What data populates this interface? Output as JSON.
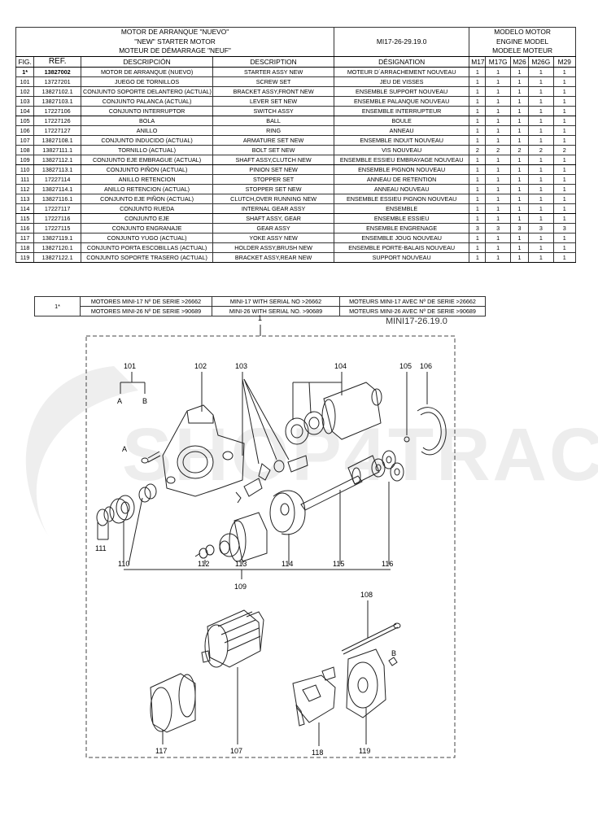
{
  "header": {
    "title_es": "MOTOR DE ARRANQUE \"NUEVO\"",
    "title_en": "\"NEW\" STARTER MOTOR",
    "title_fr": "MOTEUR DE DÉMARRAGE \"NEUF\"",
    "model_code": "MI17-26-29.19.0",
    "model_es": "MODELO MOTOR",
    "model_en": "ENGINE MODEL",
    "model_fr": "MODELE MOTEUR"
  },
  "columns": {
    "fig": "FIG.",
    "ref": "REF.",
    "desc_es": "DESCRIPCIÓN",
    "desc_en": "DESCRIPTION",
    "desc_fr": "DÉSIGNATION",
    "m17": "M17",
    "m17g": "M17G",
    "m26": "M26",
    "m26g": "M26G",
    "m29": "M29"
  },
  "parts": [
    {
      "fig": "1*",
      "ref": "13827002",
      "es": "MOTOR DE ARRANQUE (NUEVO)",
      "en": "STARTER ASSY NEW",
      "fr": "MOTEUR D´ARRACHEMENT NOUVEAU",
      "q": [
        "1",
        "1",
        "1",
        "1",
        "1"
      ]
    },
    {
      "fig": "101",
      "ref": "13727201",
      "es": "JUEGO DE TORNILLOS",
      "en": "SCREW SET",
      "fr": "JEU DE VISSES",
      "q": [
        "1",
        "1",
        "1",
        "1",
        "1"
      ]
    },
    {
      "fig": "102",
      "ref": "13827102.1",
      "es": "CONJUNTO SOPORTE DELANTERO (ACTUAL)",
      "en": "BRACKET ASSY,FRONT NEW",
      "fr": "ENSEMBLE SUPPORT NOUVEAU",
      "q": [
        "1",
        "1",
        "1",
        "1",
        "1"
      ]
    },
    {
      "fig": "103",
      "ref": "13827103.1",
      "es": "CONJUNTO PALANCA (ACTUAL)",
      "en": "LEVER SET NEW",
      "fr": "ENSEMBLE PALANQUE NOUVEAU",
      "q": [
        "1",
        "1",
        "1",
        "1",
        "1"
      ]
    },
    {
      "fig": "104",
      "ref": "17227106",
      "es": "CONJUNTO INTERRUPTOR",
      "en": "SWITCH ASSY",
      "fr": "ENSEMBLE INTERRUPTEUR",
      "q": [
        "1",
        "1",
        "1",
        "1",
        "1"
      ]
    },
    {
      "fig": "105",
      "ref": "17227126",
      "es": "BOLA",
      "en": "BALL",
      "fr": "BOULE",
      "q": [
        "1",
        "1",
        "1",
        "1",
        "1"
      ]
    },
    {
      "fig": "106",
      "ref": "17227127",
      "es": "ANILLO",
      "en": "RING",
      "fr": "ANNEAU",
      "q": [
        "1",
        "1",
        "1",
        "1",
        "1"
      ]
    },
    {
      "fig": "107",
      "ref": "13827108.1",
      "es": "CONJUNTO INDUCIDO (ACTUAL)",
      "en": "ARMATURE SET NEW",
      "fr": "ENSEMBLE INDUIT NOUVEAU",
      "q": [
        "1",
        "1",
        "1",
        "1",
        "1"
      ]
    },
    {
      "fig": "108",
      "ref": "13827111.1",
      "es": "TORNILLO (ACTUAL)",
      "en": "BOLT SET NEW",
      "fr": "VIS NOUVEAU",
      "q": [
        "2",
        "2",
        "2",
        "2",
        "2"
      ]
    },
    {
      "fig": "109",
      "ref": "13827112.1",
      "es": "CONJUNTO EJE EMBRAGUE (ACTUAL)",
      "en": "SHAFT ASSY,CLUTCH NEW",
      "fr": "ENSEMBLE ESSIEU EMBRAYAGE NOUVEAU",
      "q": [
        "1",
        "1",
        "1",
        "1",
        "1"
      ]
    },
    {
      "fig": "110",
      "ref": "13827113.1",
      "es": "CONJUNTO PIÑON (ACTUAL)",
      "en": "PINION SET NEW",
      "fr": "ENSEMBLE PIGNON NOUVEAU",
      "q": [
        "1",
        "1",
        "1",
        "1",
        "1"
      ]
    },
    {
      "fig": "111",
      "ref": "17227114",
      "es": "ANILLO RETENCION",
      "en": "STOPPER SET",
      "fr": "ANNEAU DE RETENTION",
      "q": [
        "1",
        "1",
        "1",
        "1",
        "1"
      ]
    },
    {
      "fig": "112",
      "ref": "13827114.1",
      "es": "ANILLO RETENCION (ACTUAL)",
      "en": "STOPPER SET NEW",
      "fr": "ANNEAU NOUVEAU",
      "q": [
        "1",
        "1",
        "1",
        "1",
        "1"
      ]
    },
    {
      "fig": "113",
      "ref": "13827116.1",
      "es": "CONJUNTO EJE PIÑON (ACTUAL)",
      "en": "CLUTCH,OVER RUNNING NEW",
      "fr": "ENSEMBLE ESSIEU PIGNON NOUVEAU",
      "q": [
        "1",
        "1",
        "1",
        "1",
        "1"
      ]
    },
    {
      "fig": "114",
      "ref": "17227117",
      "es": "CONJUNTO RUEDA",
      "en": "INTERNAL GEAR ASSY",
      "fr": "ENSEMBLE",
      "q": [
        "1",
        "1",
        "1",
        "1",
        "1"
      ]
    },
    {
      "fig": "115",
      "ref": "17227116",
      "es": "CONJUNTO EJE",
      "en": "SHAFT ASSY, GEAR",
      "fr": "ENSEMBLE ESSIEU",
      "q": [
        "1",
        "1",
        "1",
        "1",
        "1"
      ]
    },
    {
      "fig": "116",
      "ref": "17227115",
      "es": "CONJUNTO ENGRANAJE",
      "en": "GEAR ASSY",
      "fr": "ENSEMBLE ENGRENAGE",
      "q": [
        "3",
        "3",
        "3",
        "3",
        "3"
      ]
    },
    {
      "fig": "117",
      "ref": "13827119.1",
      "es": "CONJUNTO YUGO (ACTUAL)",
      "en": "YOKE ASSY NEW",
      "fr": "ENSEMBLE JOUG NOUVEAU",
      "q": [
        "1",
        "1",
        "1",
        "1",
        "1"
      ]
    },
    {
      "fig": "118",
      "ref": "13827120.1",
      "es": "CONJUNTO PORTA ESCOBILLAS (ACTUAL)",
      "en": "HOLDER ASSY,BRUSH NEW",
      "fr": "ENSEMBLE PORTE-BALAIS NOUVEAU",
      "q": [
        "1",
        "1",
        "1",
        "1",
        "1"
      ]
    },
    {
      "fig": "119",
      "ref": "13827122.1",
      "es": "CONJUNTO SOPORTE TRASERO (ACTUAL)",
      "en": "BRACKET ASSY,REAR NEW",
      "fr": "SUPPORT NOUVEAU",
      "q": [
        "1",
        "1",
        "1",
        "1",
        "1"
      ]
    }
  ],
  "serial_note": {
    "fig": "1*",
    "rows": [
      {
        "es": "MOTORES MINI-17 Nº DE SERIE >26662",
        "en": "MINI-17 WITH SERIAL NO >26662",
        "fr": "MOTEURS MINI-17 AVEC Nº DE SERIE >26662"
      },
      {
        "es": "MOTORES MINI-26 Nº DE SERIE >90689",
        "en": "MINI-26 WITH SERIAL NO. >90689",
        "fr": "MOTEURS MINI-26 AVEC Nº DE SERIE >90689"
      }
    ]
  },
  "diagram": {
    "title": "MINI17-26.19.0",
    "watermark": "SHOP4TRAC",
    "callouts": {
      "c1": "1",
      "c101": "101",
      "c102": "102",
      "c103": "103",
      "c104": "104",
      "c105": "105",
      "c106": "106",
      "c107": "107",
      "c108": "108",
      "c109": "109",
      "c110": "110",
      "c111": "111",
      "c112": "112",
      "c113": "113",
      "c114": "114",
      "c115": "115",
      "c116": "116",
      "c117": "117",
      "c118": "118",
      "c119": "119",
      "a1": "A",
      "a2": "A",
      "b1": "B",
      "b2": "B"
    }
  }
}
